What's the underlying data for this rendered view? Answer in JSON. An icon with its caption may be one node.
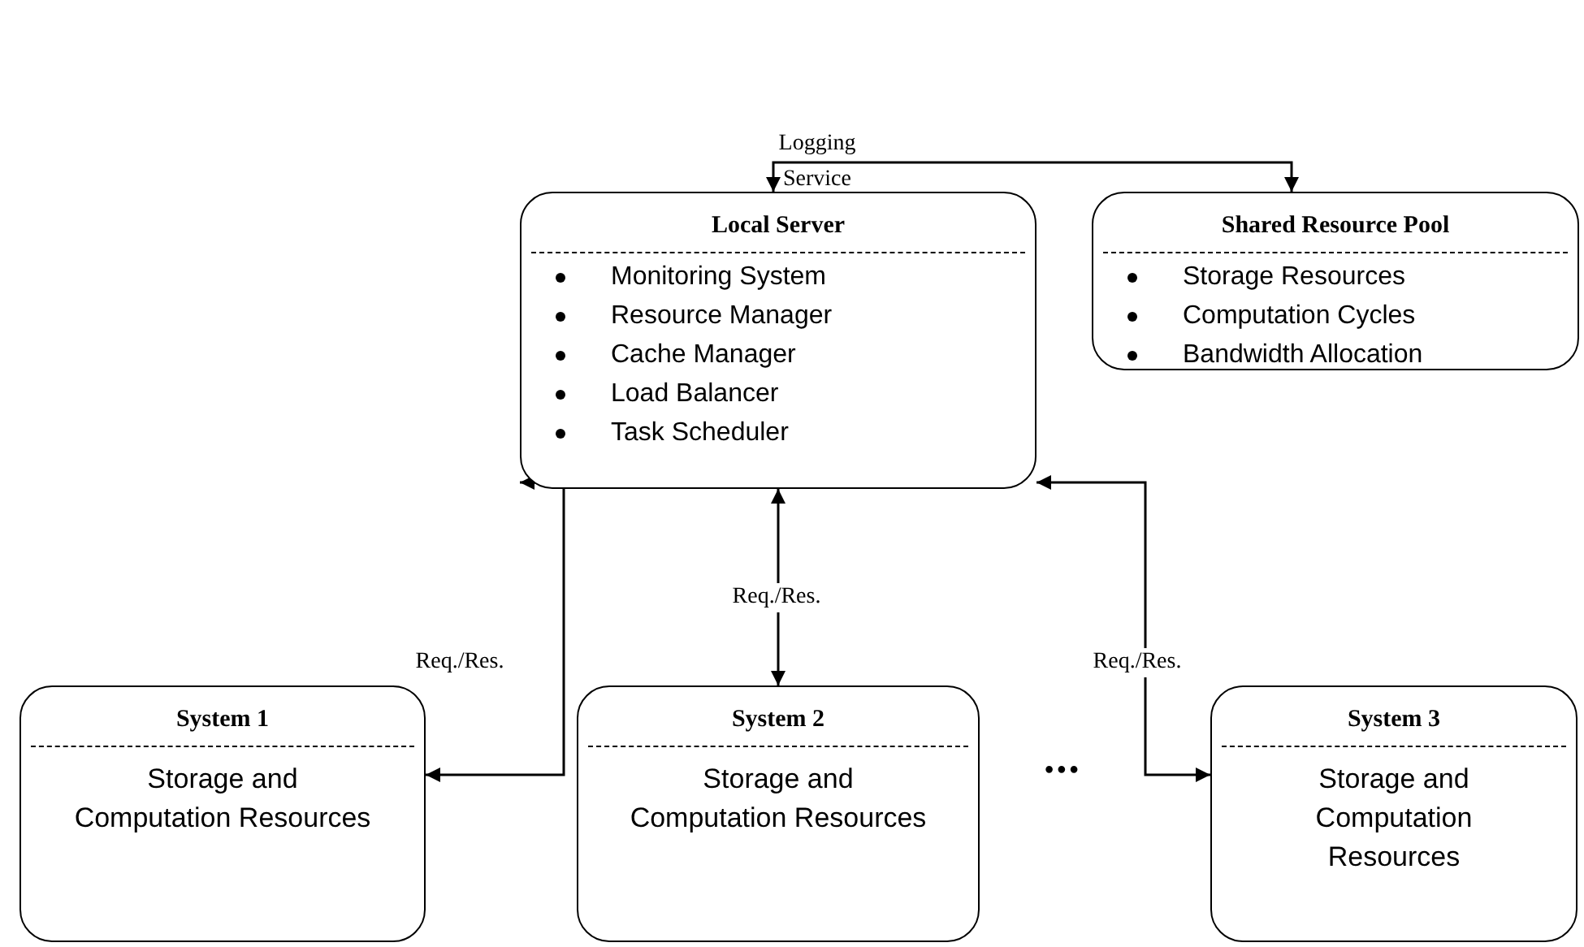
{
  "diagram": {
    "nodes": [
      {
        "text": [
          "Local Server",
          "Monitoring System",
          "Resource Manager",
          "Cache Manager",
          "Load Balancer",
          "Task Scheduler"
        ]
      },
      {
        "text": [
          "Shared Resource Pool",
          "Storage Resources",
          "Computation Cycles",
          "Bandwidth Allocation"
        ]
      },
      {
        "text": [
          "System 1",
          "Storage and Computation Resources"
        ]
      },
      {
        "text": [
          "System 2",
          "Storage and Computation Resources"
        ]
      },
      {
        "text": [
          "System 3",
          "Storage and Computation Resources"
        ]
      }
    ],
    "edges": [
      {
        "from": 0,
        "to": 1,
        "arrow": "both",
        "label": "Logging Service"
      },
      {
        "from": 0,
        "to": 2,
        "arrow": "both",
        "label": "Req./Res."
      },
      {
        "from": 0,
        "to": 3,
        "arrow": "both",
        "label": "Req./Res."
      },
      {
        "from": 0,
        "to": 4,
        "arrow": "both",
        "label": "Req./Res."
      }
    ],
    "labels": [
      "•••"
    ]
  }
}
